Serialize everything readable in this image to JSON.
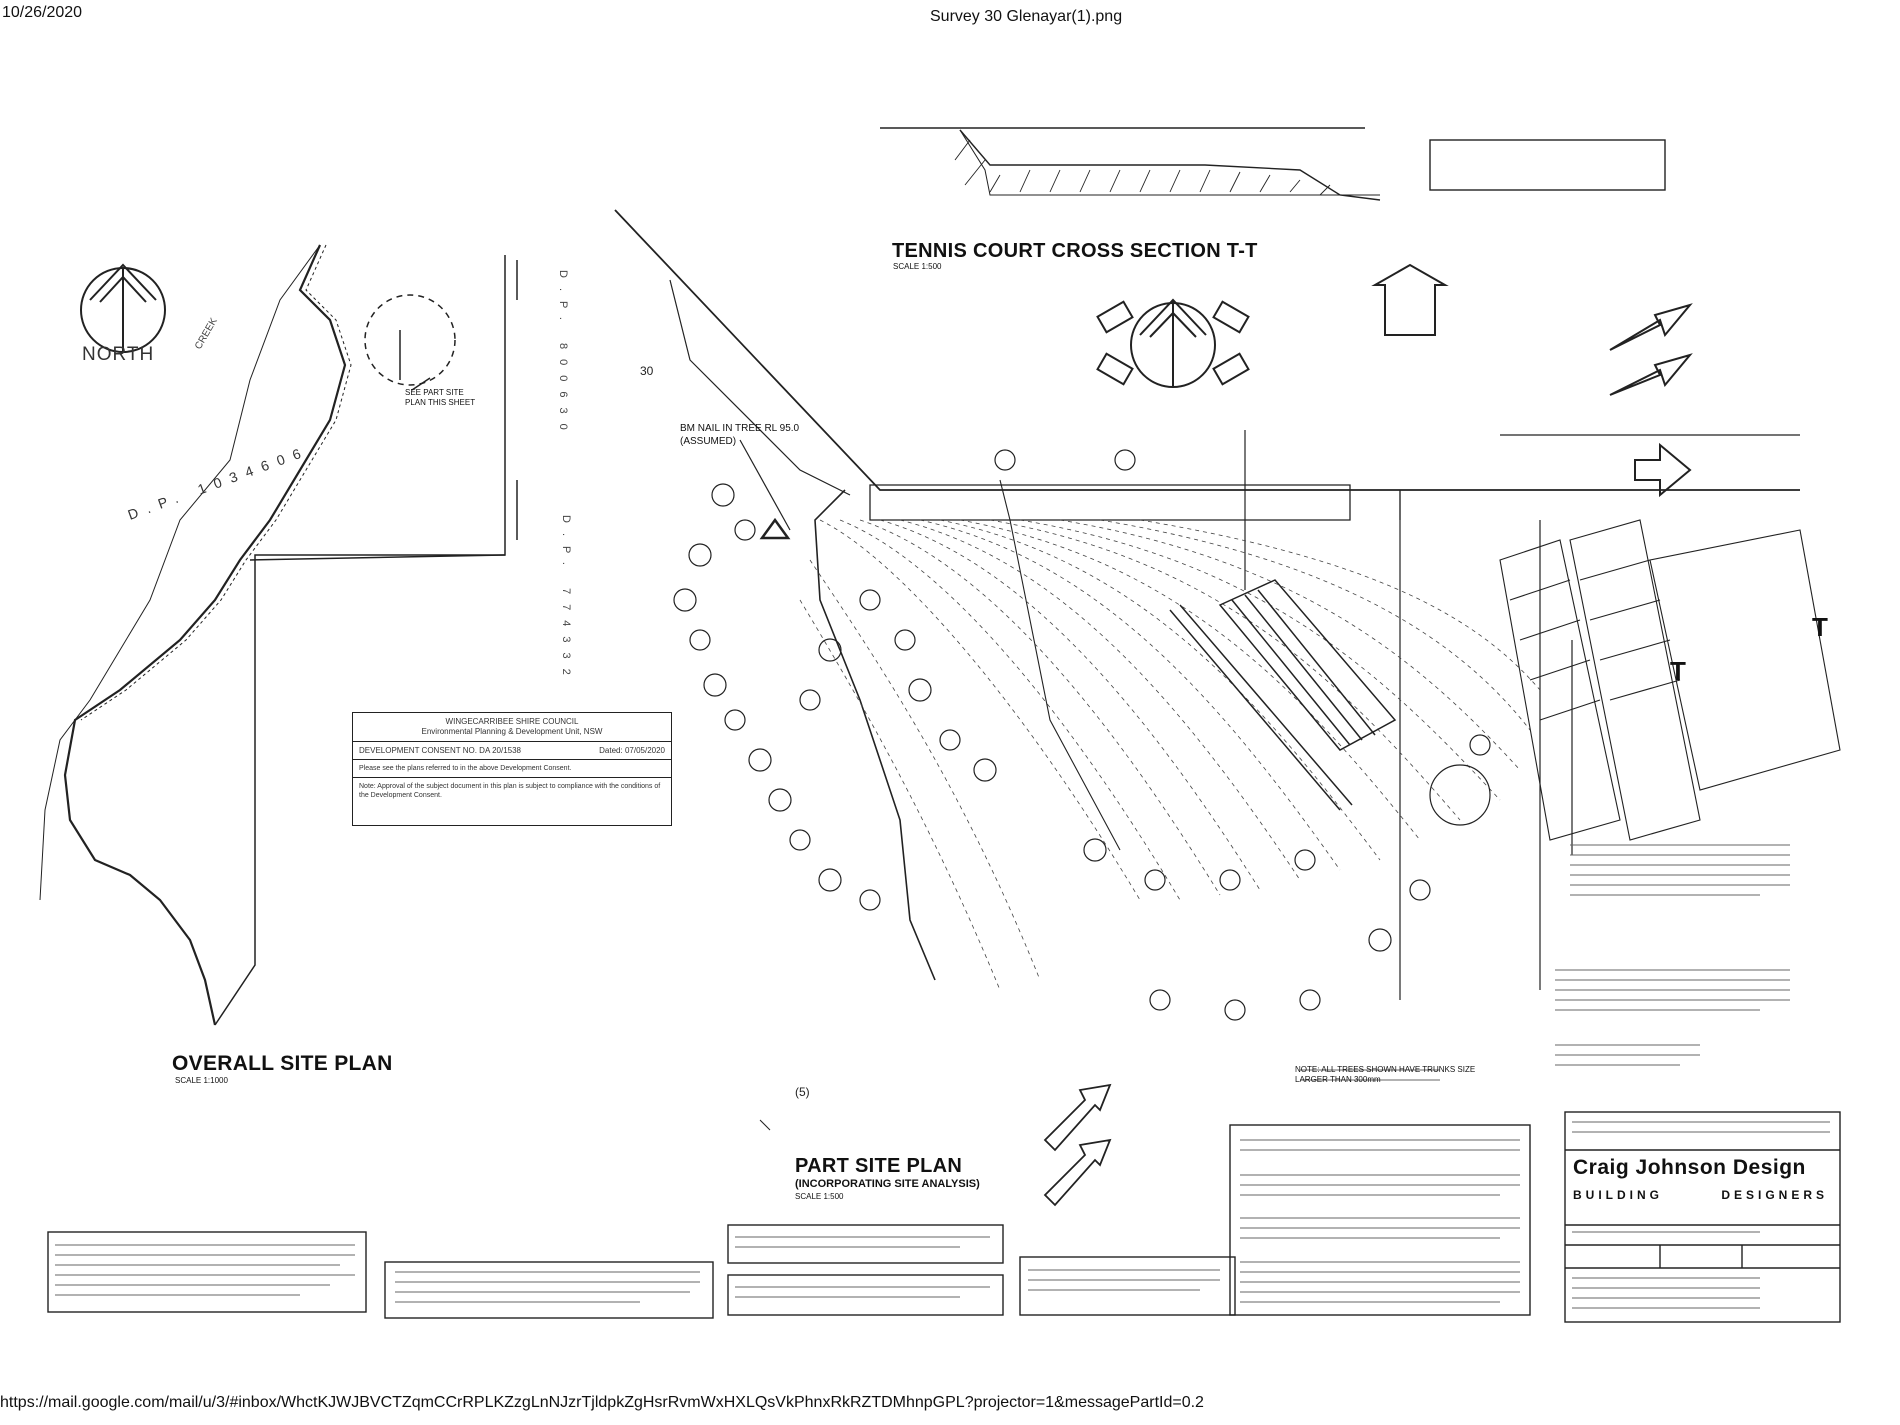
{
  "print_header": {
    "date": "10/26/2020",
    "filename": "Survey 30 Glenayar(1).png"
  },
  "print_footer": {
    "url": "https://mail.google.com/mail/u/3/#inbox/WhctKJWJBVCTZqmCCrRPLKZzgLnNJzrTjldpkZgHsrRvmWxHXLQsVkPhnxRkRZTDMhnpGPL?projector=1&messagePartId=0.2"
  },
  "drawing": {
    "north_label": "NORTH",
    "overall_site_plan_title": "OVERALL SITE PLAN",
    "overall_site_plan_scale": "SCALE 1:1000",
    "part_site_plan_title": "PART SITE PLAN",
    "part_site_plan_subtitle": "(INCORPORATING SITE ANALYSIS)",
    "part_site_plan_scale": "SCALE 1:500",
    "tennis_title": "TENNIS COURT CROSS SECTION T-T",
    "tennis_scale": "SCALE 1:500",
    "section_marker": "T",
    "survey_point_note": "BM NAIL IN TREE RL 95.0 (ASSUMED)",
    "see_part_plan_note": "SEE PART SITE PLAN THIS SHEET",
    "overall_lot_label": "D.P. 1034606",
    "rotated_label_right": "D.P. 774332",
    "rotated_label_top": "D.P. 800630",
    "lot_number": "30",
    "creek_label": "CREEK",
    "trees_note": "NOTE: ALL TREES SHOWN HAVE TRUNKS SIZE LARGER THAN 300mm",
    "lot_5": "(5)",
    "council_stamp": {
      "line1": "WINGECARRIBEE SHIRE COUNCIL",
      "line2": "Environmental Planning & Development Unit, NSW",
      "line3": "DEVELOPMENT CONSENT NO. DA 20/1538",
      "line4": "Dated: 07/05/2020",
      "line5": "Please see the plans referred to in the above Development Consent.",
      "line6": "Note: Approval of the subject document in this plan is subject to compliance with the conditions of the Development Consent."
    },
    "designer": {
      "name": "Craig Johnson Design",
      "tagline_left": "BUILDING",
      "tagline_right": "DESIGNERS"
    }
  }
}
